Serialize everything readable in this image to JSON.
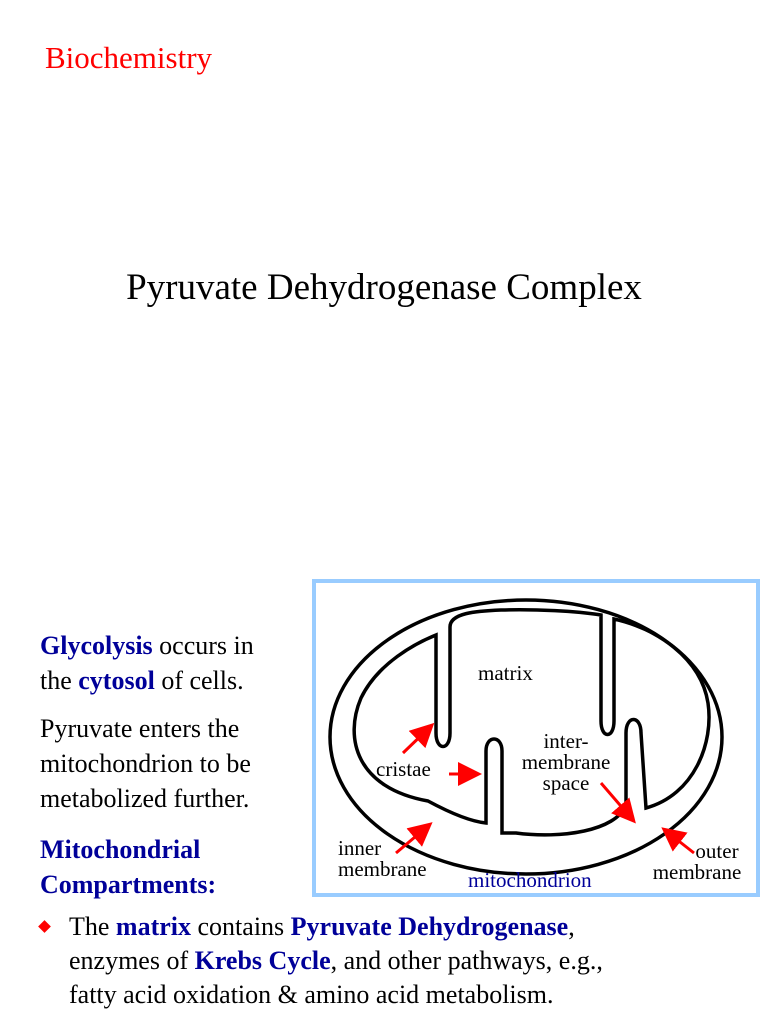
{
  "header": "Biochemistry",
  "title": "Pyruvate Dehydrogenase Complex",
  "diagram": {
    "labels": {
      "matrix": "matrix",
      "cristae": "cristae",
      "intermembrane_1": "inter-",
      "intermembrane_2": "membrane",
      "intermembrane_3": "space",
      "inner_1": "inner",
      "inner_2": "membrane",
      "outer_1": "outer",
      "outer_2": "membrane",
      "caption": "mitochondrion"
    },
    "colors": {
      "frame": "#99ccff",
      "arrow": "#ff0000",
      "caption": "#000099"
    }
  },
  "text": {
    "p1": {
      "kw1": "Glycolysis",
      "t1": " occurs in",
      "t2": "the ",
      "kw2": "cytosol",
      "t3": " of cells."
    },
    "p2": {
      "line1": "Pyruvate enters the",
      "line2": "mitochondrion to be",
      "line3": "metabolized further."
    },
    "heading": {
      "line1": "Mitochondrial",
      "line2": "Compartments:"
    },
    "bullet": {
      "t1": "The ",
      "kw1": "matrix",
      "t2": " contains ",
      "kw2": "Pyruvate Dehydrogenase",
      "t3": ",",
      "t4": "enzymes of ",
      "kw3": "Krebs Cycle",
      "t5": ", and other pathways, e.g.,",
      "t6": "fatty acid oxidation & amino acid metabolism."
    }
  }
}
